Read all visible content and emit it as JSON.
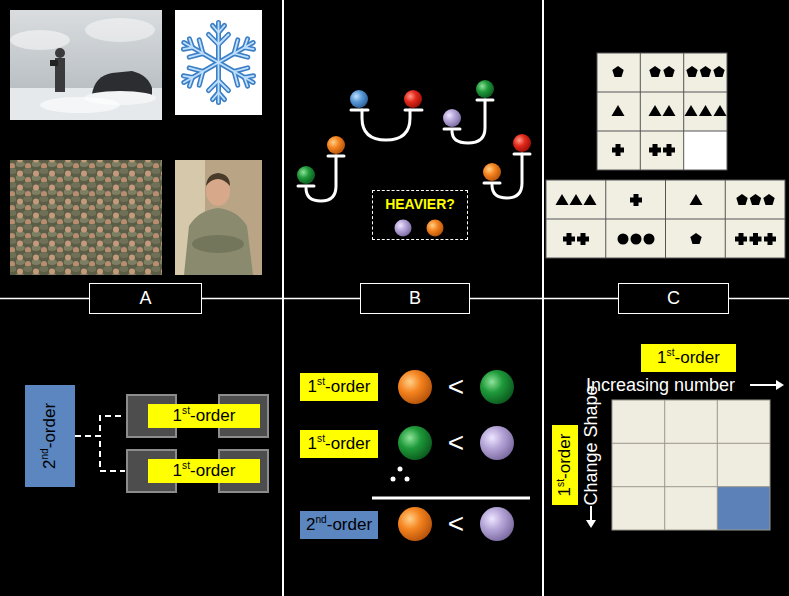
{
  "diagram": {
    "nodes": [
      {
        "text": [
          "HEAVIER?"
        ]
      },
      {
        "text": [
          "A"
        ]
      },
      {
        "text": [
          "B"
        ]
      },
      {
        "text": [
          "C"
        ]
      },
      {
        "text": [
          "2nd-order"
        ]
      },
      {
        "text": [
          "1st-order"
        ]
      },
      {
        "text": [
          "1st-order"
        ]
      },
      {
        "text": [
          "1st-order"
        ]
      },
      {
        "text": [
          "1st-order"
        ]
      },
      {
        "text": [
          "2nd-order"
        ]
      },
      {
        "text": [
          "1st-order"
        ]
      },
      {
        "text": [
          "1st-order"
        ]
      }
    ],
    "edges": [
      {
        "from": 4,
        "to": 5,
        "arrow": "none"
      },
      {
        "from": 4,
        "to": 6,
        "arrow": "none"
      }
    ],
    "labels": [
      "<",
      "<",
      "<",
      "Increasing number",
      "Change Shape"
    ]
  }
}
